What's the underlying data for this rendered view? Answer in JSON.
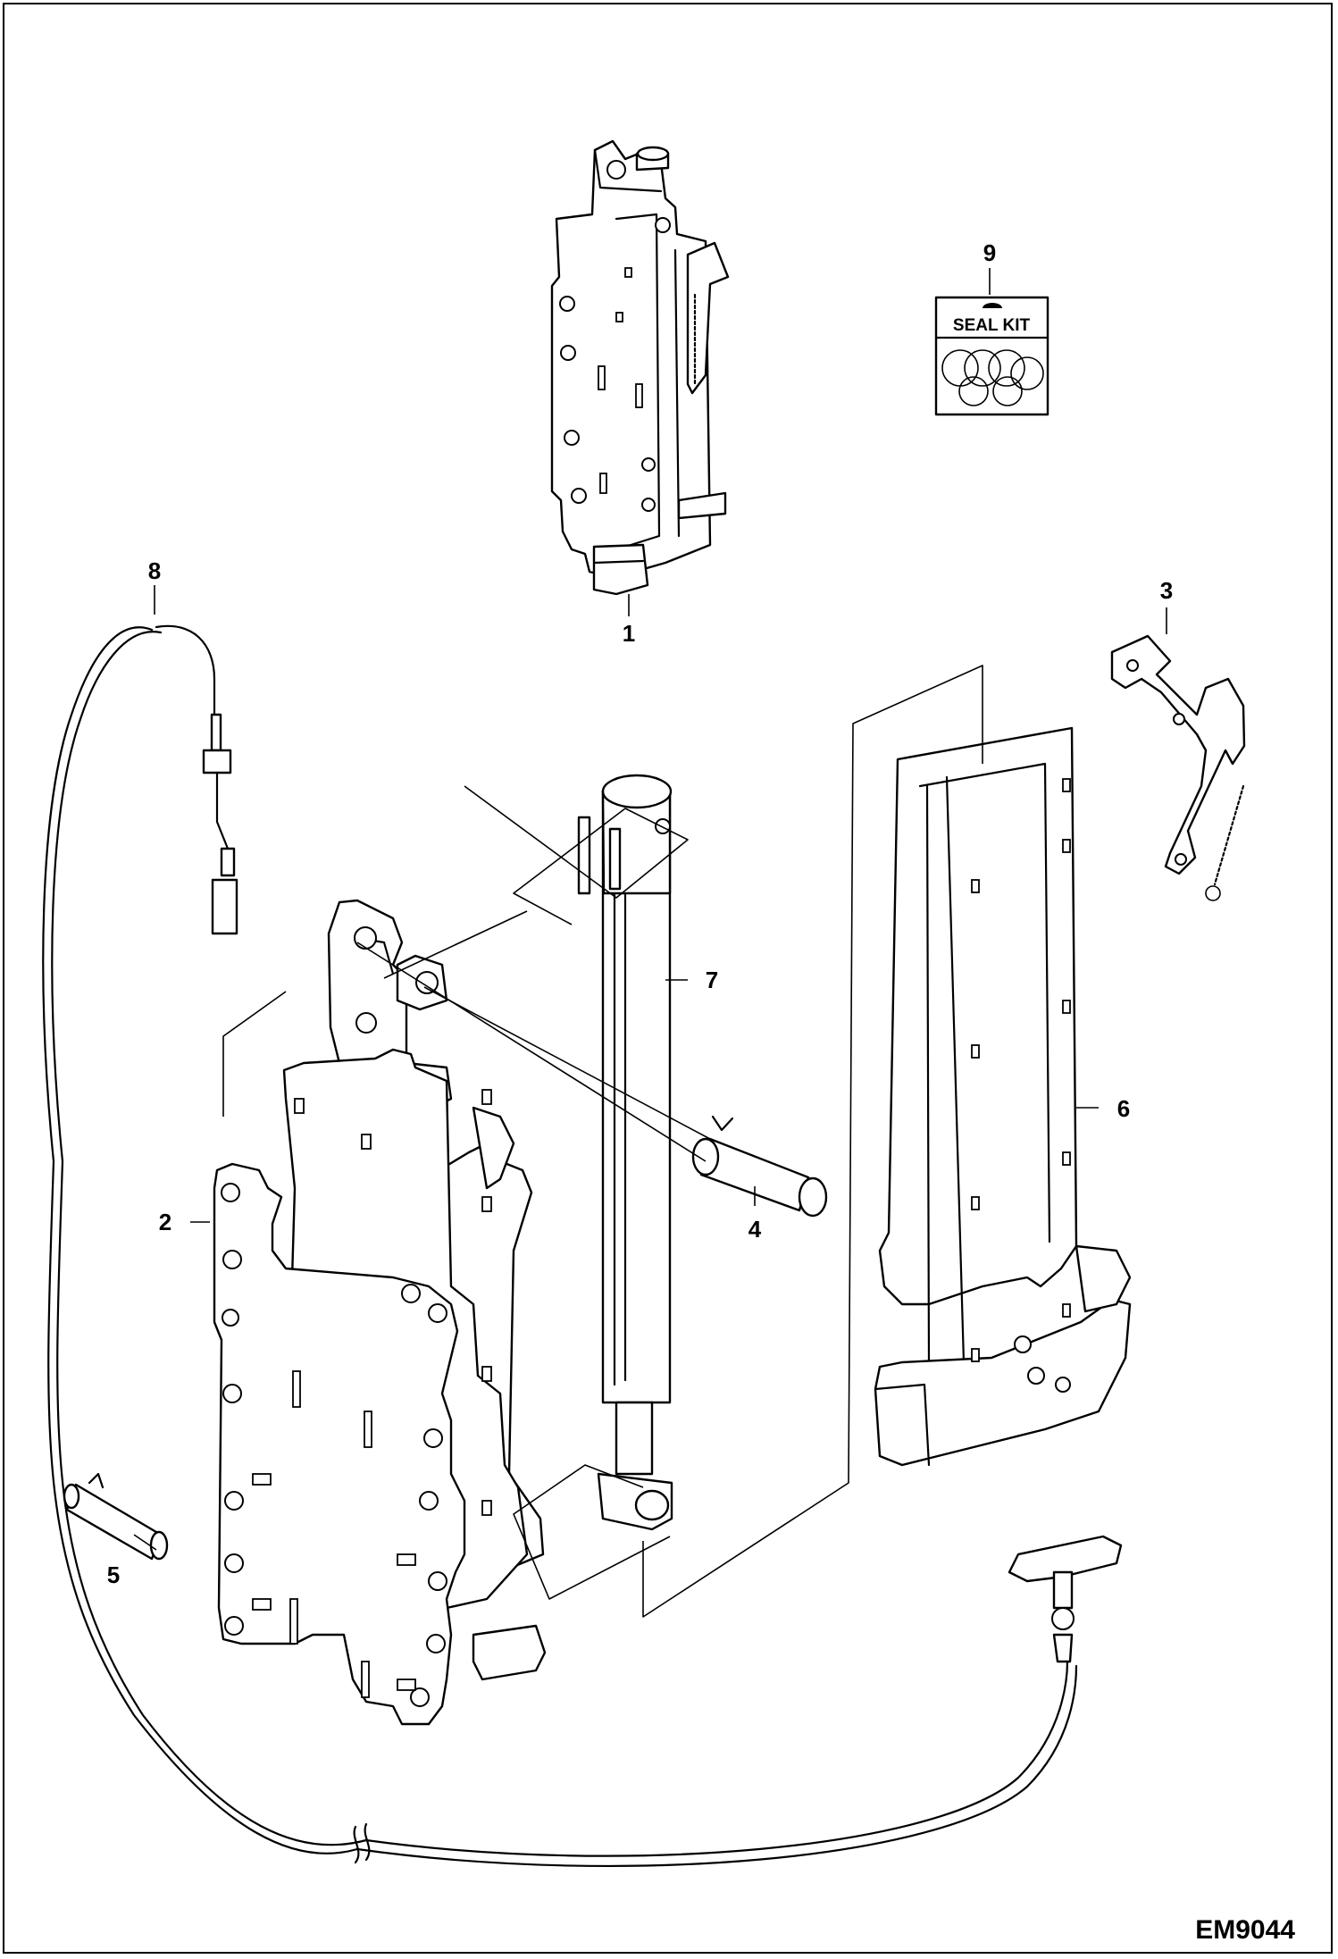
{
  "drawing_id": "EM9044",
  "seal_kit": {
    "label": "SEAL KIT"
  },
  "callouts": [
    {
      "id": "1",
      "part": "coupler-assembly"
    },
    {
      "id": "2",
      "part": "frame"
    },
    {
      "id": "3",
      "part": "lever"
    },
    {
      "id": "4",
      "part": "pin"
    },
    {
      "id": "5",
      "part": "pin"
    },
    {
      "id": "6",
      "part": "wedge"
    },
    {
      "id": "7",
      "part": "cylinder"
    },
    {
      "id": "8",
      "part": "cable"
    },
    {
      "id": "9",
      "part": "seal-kit"
    }
  ],
  "colors": {
    "ink": "#000000",
    "paper": "#ffffff"
  }
}
